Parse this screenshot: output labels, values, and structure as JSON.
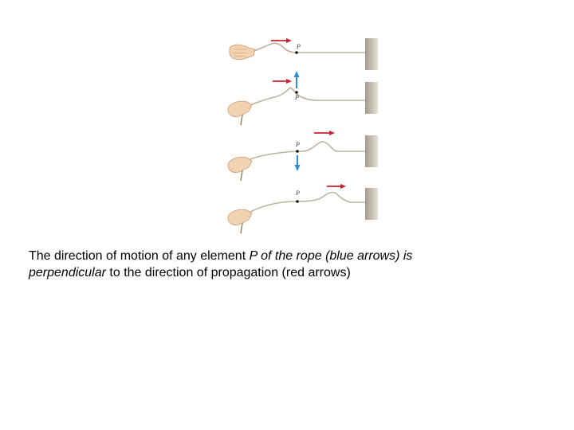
{
  "figure": {
    "point_label": "P",
    "colors": {
      "propagation_arrow": "#cc1f2e",
      "motion_arrow": "#2a8fd6",
      "rope": "#bdb39e",
      "wall": "#cfc8bd",
      "hand": "#f2d2b0"
    },
    "panels": [
      {
        "stage": 1,
        "motion_arrow": "none"
      },
      {
        "stage": 2,
        "motion_arrow": "up"
      },
      {
        "stage": 3,
        "motion_arrow": "down"
      },
      {
        "stage": 4,
        "motion_arrow": "none"
      }
    ]
  },
  "caption": {
    "line1_a": "The direction of motion of any element ",
    "line1_b": "P of the rope (blue arrows) is",
    "line2_a": "perpendicular",
    "line2_b": " to the direction of propagation (red arrows)"
  }
}
